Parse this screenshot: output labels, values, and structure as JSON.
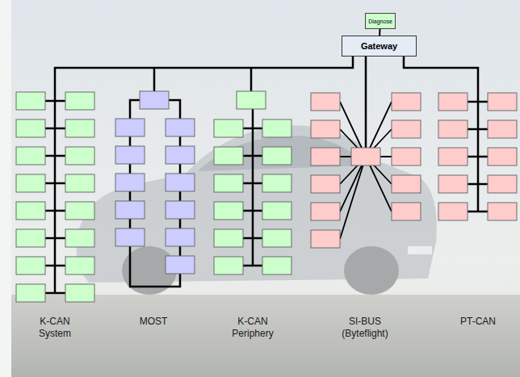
{
  "diagram": {
    "nodes": [
      {
        "text": [
          "Diagnose"
        ]
      },
      {
        "text": [
          "Gateway"
        ]
      }
    ],
    "edges": [
      {
        "from": 0,
        "to": 1,
        "arrow": "none"
      }
    ],
    "labels": [
      "K-CAN System",
      "MOST",
      "K-CAN Periphery",
      "SI-BUS (Byteflight)",
      "PT-CAN"
    ]
  }
}
